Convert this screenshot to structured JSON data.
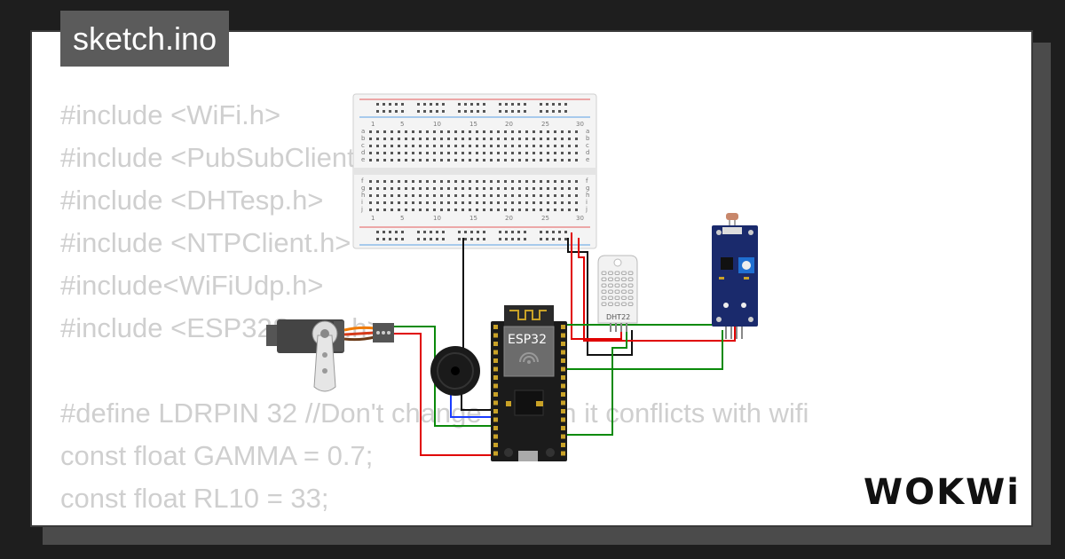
{
  "title": "sketch.ino",
  "code_lines": [
    "#include <WiFi.h>",
    "#include <PubSubClient.h>",
    "#include <DHTesp.h>",
    "#include <NTPClient.h>",
    "#include<WiFiUdp.h>",
    "#include <ESP32Servo.h>",
    "",
    "#define LDRPIN 32 //Don't change this pin it conflicts with wifi",
    "const float GAMMA = 0.7;",
    "const float RL10 = 33;"
  ],
  "breadboard": {
    "column_numbers": [
      "1",
      "5",
      "10",
      "15",
      "20",
      "25",
      "30"
    ],
    "row_letters_top": [
      "a",
      "b",
      "c",
      "d",
      "e"
    ],
    "row_letters_bottom": [
      "f",
      "g",
      "h",
      "i",
      "j"
    ]
  },
  "esp32_label": "ESP32",
  "dht_label": "DHT22",
  "brand": "WOKWi",
  "colors": {
    "wire_black": "#111111",
    "wire_red": "#e00000",
    "wire_green": "#0a8a0a",
    "wire_blue": "#1a3cff",
    "ldr_board": "#1a2a6c",
    "servo_orange": "#f07a00"
  }
}
